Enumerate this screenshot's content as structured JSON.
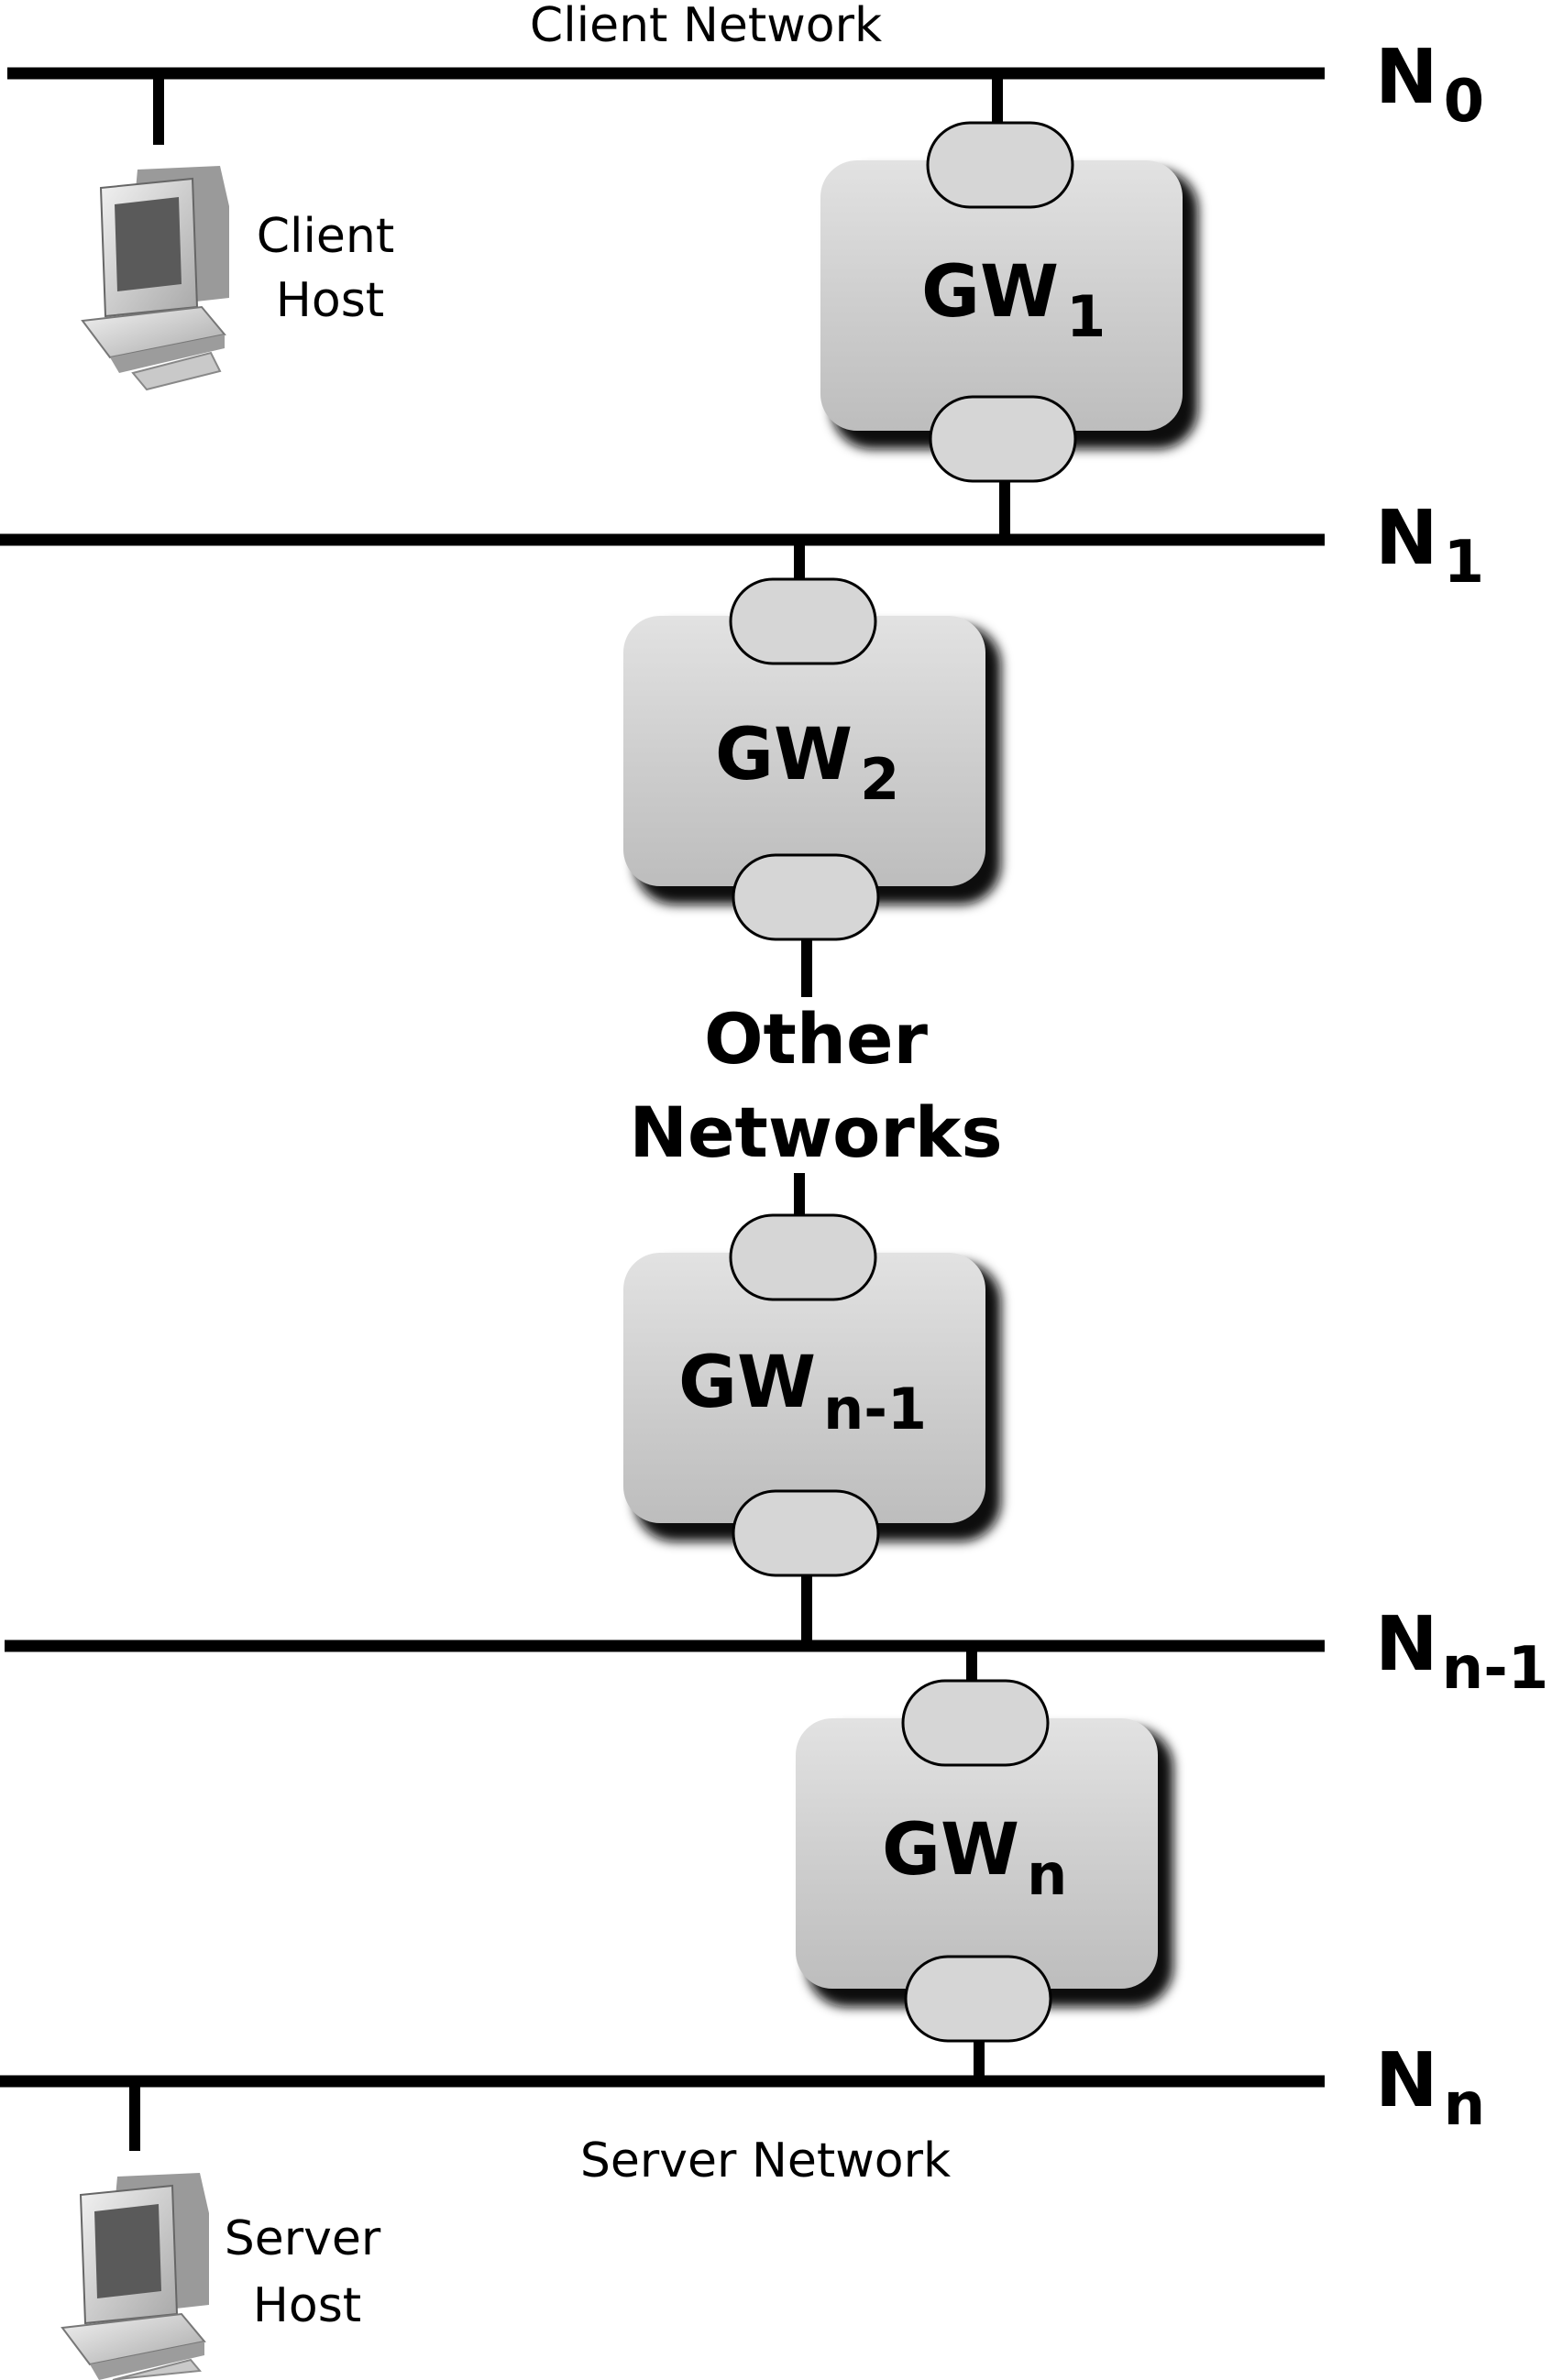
{
  "colors": {
    "line": "#000000",
    "gateway_fill": "#cfcfcf",
    "port_fill": "#d6d6d6",
    "shadow": "#1a1a1a"
  },
  "networks": [
    {
      "id": "n0",
      "label_main": "N",
      "label_sub": "0",
      "caption": "Client Network"
    },
    {
      "id": "n1",
      "label_main": "N",
      "label_sub": "1"
    },
    {
      "id": "nn1",
      "label_main": "N",
      "label_sub": "n-1"
    },
    {
      "id": "nn",
      "label_main": "N",
      "label_sub": "n",
      "caption": "Server Network"
    }
  ],
  "gateways": [
    {
      "id": "gw1",
      "label_main": "GW",
      "label_sub": "1"
    },
    {
      "id": "gw2",
      "label_main": "GW",
      "label_sub": "2"
    },
    {
      "id": "gwn1",
      "label_main": "GW",
      "label_sub": "n-1"
    },
    {
      "id": "gwn",
      "label_main": "GW",
      "label_sub": "n"
    }
  ],
  "middle": {
    "line1": "Other",
    "line2": "Networks"
  },
  "hosts": {
    "client": {
      "line1": "Client",
      "line2": "Host",
      "icon": "computer-icon"
    },
    "server": {
      "line1": "Server",
      "line2": "Host",
      "icon": "computer-icon"
    }
  }
}
